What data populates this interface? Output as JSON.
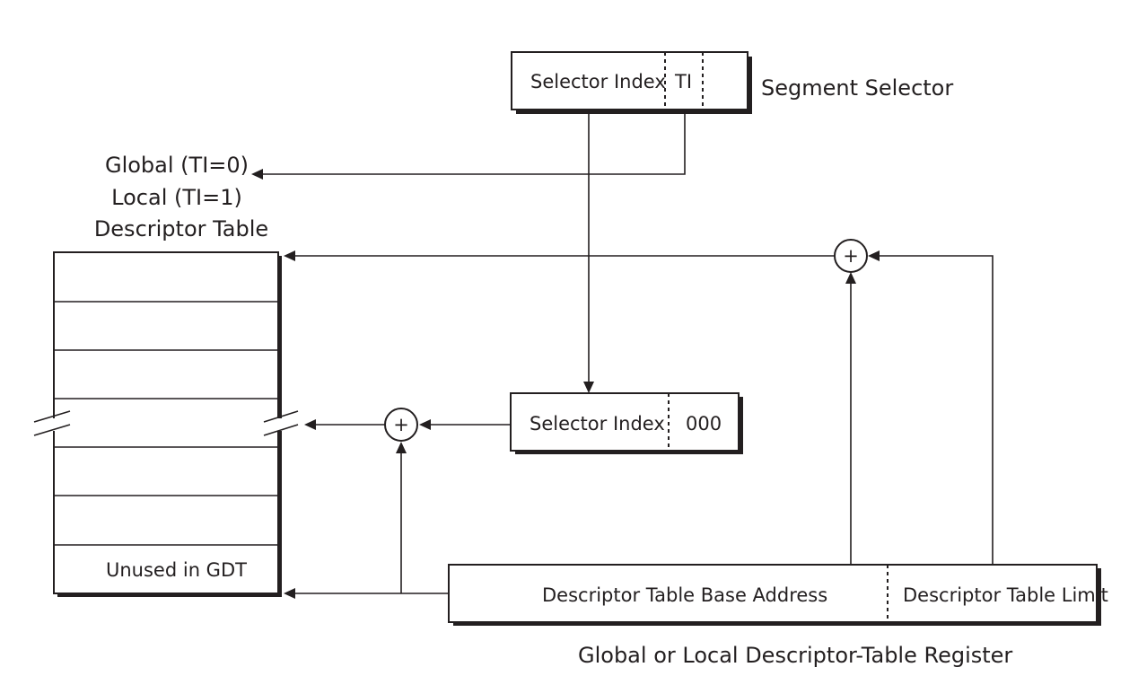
{
  "segment_selector": {
    "field_index": "Selector Index",
    "field_ti": "TI",
    "caption": "Segment Selector"
  },
  "table_select_label": {
    "global": "Global (TI=0)",
    "local": "Local (TI=1)",
    "descriptor_table": "Descriptor Table"
  },
  "descriptor_table": {
    "last_row_label": "Unused in GDT"
  },
  "scaled_index": {
    "field_index": "Selector Index",
    "field_zeros": "000"
  },
  "adders": {
    "symbol": "+"
  },
  "register": {
    "base_address": "Descriptor Table Base Address",
    "limit": "Descriptor Table Limit",
    "caption": "Global or Local Descriptor-Table Register"
  }
}
